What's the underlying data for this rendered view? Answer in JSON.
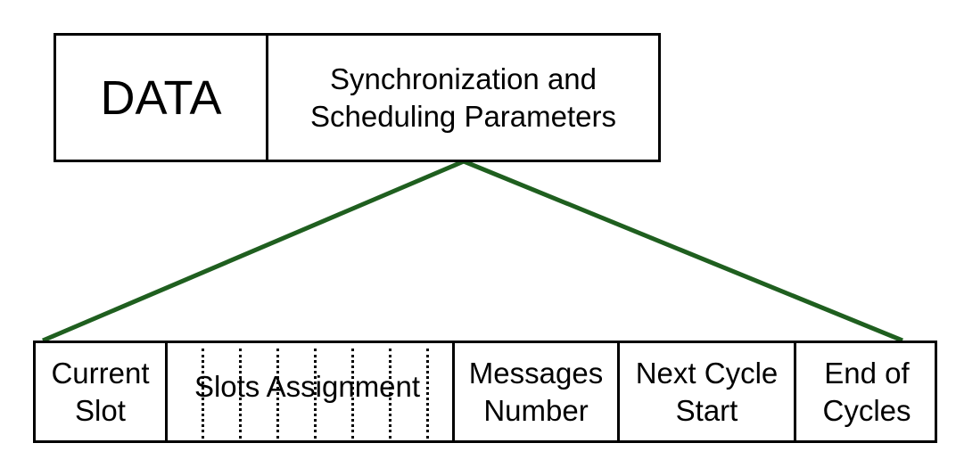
{
  "top_row": {
    "data_label": "DATA",
    "params_line1": "Synchronization and",
    "params_line2": "Scheduling Parameters"
  },
  "bottom_row": {
    "fields": [
      {
        "line1": "Current",
        "line2": "Slot"
      },
      {
        "line1": "Slots Assignment"
      },
      {
        "line1": "Messages",
        "line2": "Number"
      },
      {
        "line1": "Next Cycle",
        "line2": "Start"
      },
      {
        "line1": "End of",
        "line2": "Cycles"
      }
    ]
  },
  "colors": {
    "connector": "#1f5f1f",
    "border": "#000000",
    "background": "#ffffff"
  }
}
